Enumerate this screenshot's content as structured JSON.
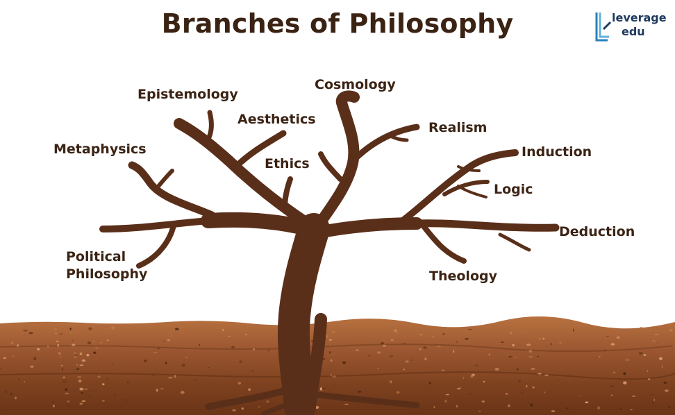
{
  "title": "Branches of Philosophy",
  "logo": {
    "line1": "leverage",
    "line2": "edu"
  },
  "colors": {
    "trunk": "#5a2f1a",
    "text": "#3b2314",
    "soil_top": "#b06a3a",
    "soil_mid": "#8a4a24",
    "soil_bottom": "#6b3518",
    "logo": "#1f3a5f"
  },
  "branches": {
    "epistemology": "Epistemology",
    "cosmology": "Cosmology",
    "aesthetics": "Aesthetics",
    "realism": "Realism",
    "metaphysics": "Metaphysics",
    "ethics": "Ethics",
    "induction": "Induction",
    "logic": "Logic",
    "deduction": "Deduction",
    "political_line1": "Political",
    "political_line2": "Philosophy",
    "theology": "Theology"
  }
}
